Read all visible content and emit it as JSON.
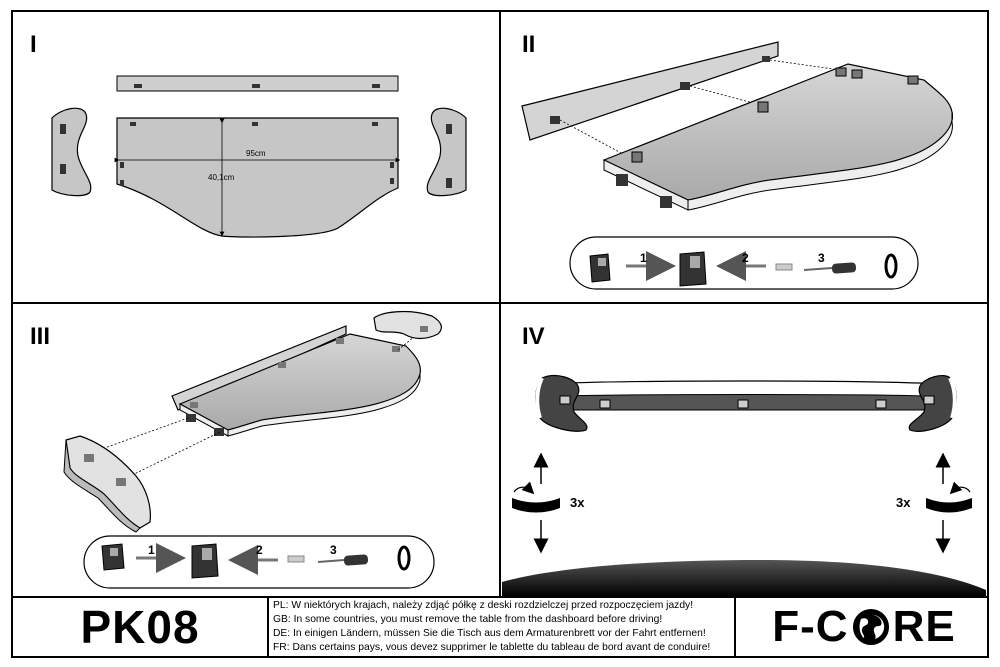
{
  "panels": [
    {
      "numeral": "I",
      "dimensions": {
        "width": "95cm",
        "depth": "40,1cm"
      }
    },
    {
      "numeral": "II",
      "steps": [
        "1",
        "2",
        "3"
      ]
    },
    {
      "numeral": "III",
      "steps": [
        "1",
        "2",
        "3"
      ]
    },
    {
      "numeral": "IV",
      "rotation_left": "3x",
      "rotation_right": "3x"
    }
  ],
  "footer": {
    "model": "PK08",
    "warnings": [
      "PL: W niektórych krajach, należy zdjąć półkę z deski rozdzielczej przed rozpoczęciem jazdy!",
      "GB: In some countries, you must remove the table from the dashboard before driving!",
      "DE: In einigen Ländern, müssen Sie die Tisch aus dem Armaturenbrett vor der Fahrt entfernen!",
      "FR: Dans certains pays, vous devez supprimer le tablette du tableau de bord avant de conduire!"
    ],
    "brand_prefix": "F-C",
    "brand_suffix": "RE"
  },
  "colors": {
    "outline": "#000000",
    "part_fill": "#c8c8c8",
    "background": "#ffffff",
    "dark": "#2a2a2a"
  }
}
